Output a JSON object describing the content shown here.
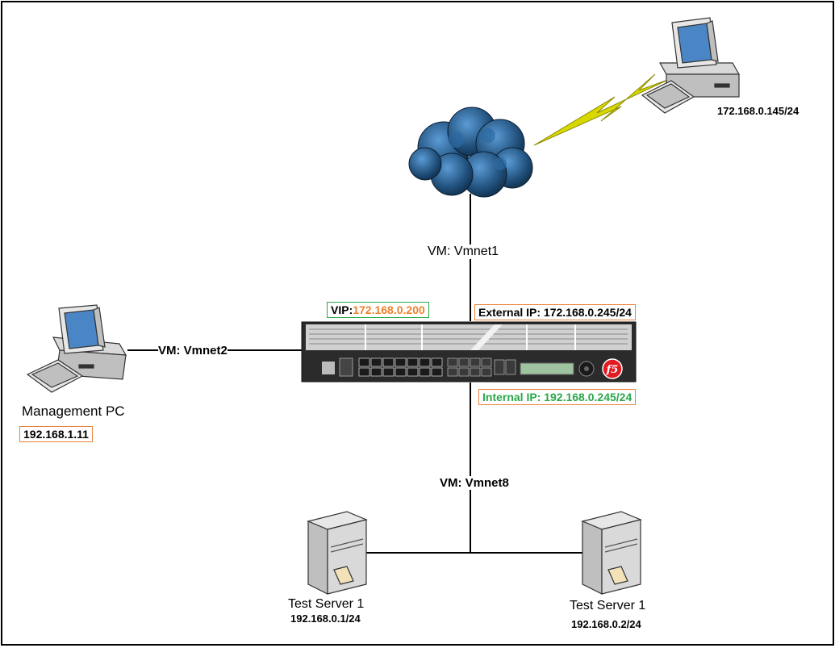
{
  "nodes": {
    "remote_client": {
      "ip": "172.168.0.145/24",
      "icon": "desktop-computer-icon"
    },
    "cloud": {
      "icon": "cloud-icon"
    },
    "f5_device": {
      "icon": "f5-load-balancer-icon",
      "logo_text": "f5"
    },
    "management_pc": {
      "label": "Management PC",
      "ip": "192.168.1.11",
      "icon": "desktop-computer-icon"
    },
    "server_1": {
      "label": "Test Server 1",
      "ip": "192.168.0.1/24",
      "icon": "server-tower-icon"
    },
    "server_2": {
      "label": "Test Server 1",
      "ip": "192.168.0.2/24",
      "icon": "server-tower-icon"
    }
  },
  "links": {
    "vmnet1": "VM: Vmnet1",
    "vmnet2": "VM: Vmnet2",
    "vmnet8": "VM: Vmnet8"
  },
  "addresses": {
    "vip_label": "VIP:",
    "vip_value": "172.168.0.200",
    "external_ip": "External IP: 172.168.0.245/24",
    "internal_ip": "Internal IP: 192.168.0.245/24"
  },
  "colors": {
    "box_border": "#e8833a",
    "vip_value": "#f08030",
    "internal_ip": "#2aa84a",
    "vip_box_border": "#2aa84a",
    "cloud": "#1f4e79",
    "lightning": "#d8d800"
  }
}
